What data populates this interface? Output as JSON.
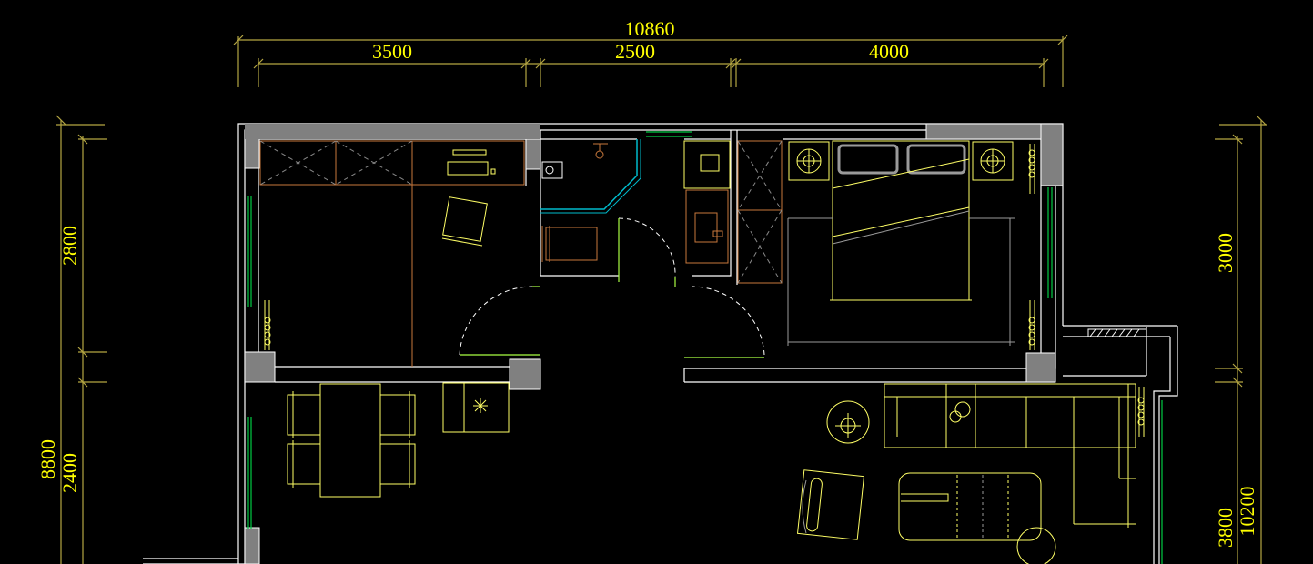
{
  "drawing": {
    "colors": {
      "background": "#000000",
      "dimension": "#B5A642",
      "dimension_text": "#FFFF00",
      "wall": "#FFFFFF",
      "column_fill": "#808080",
      "furniture": "#FFFF66",
      "door": "#FFFFFF",
      "window": "#00CC44",
      "glass": "#00BBCC",
      "orange": "#C8783C",
      "grey_line": "#9A9A9A"
    },
    "dimensions": {
      "top_total": "10860",
      "top_segments": [
        "3500",
        "2500",
        "4000"
      ],
      "left_total": "8800",
      "left_segments": [
        "2800",
        "2400"
      ],
      "right_total": "10200",
      "right_segments": [
        "3000",
        "3800"
      ]
    },
    "icons": [
      "column-icon",
      "window-icon",
      "door-swing-icon",
      "bed-icon",
      "sofa-icon",
      "dining-table-icon",
      "radiator-icon",
      "stove-icon",
      "armchair-icon"
    ]
  }
}
